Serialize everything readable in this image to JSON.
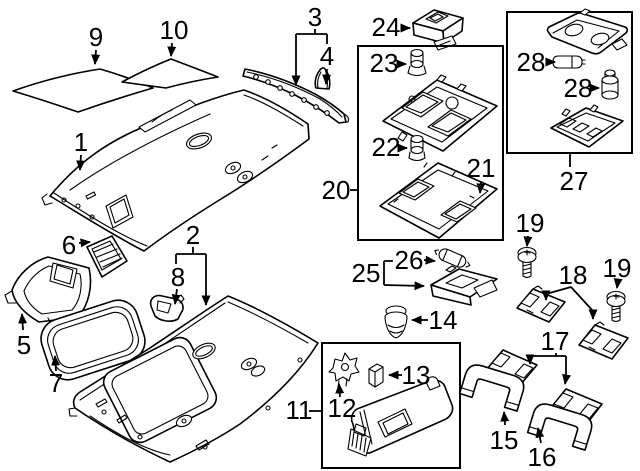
{
  "diagram": {
    "kind": "automotive-parts-exploded-diagram",
    "subject": "headliner-and-interior-trim",
    "background_color": "#ffffff",
    "line_color": "#000000",
    "callouts": {
      "c1": {
        "label": "1"
      },
      "c2": {
        "label": "2"
      },
      "c3": {
        "label": "3"
      },
      "c4": {
        "label": "4"
      },
      "c5": {
        "label": "5"
      },
      "c6": {
        "label": "6"
      },
      "c7": {
        "label": "7"
      },
      "c8": {
        "label": "8"
      },
      "c9": {
        "label": "9"
      },
      "c10": {
        "label": "10"
      },
      "c11": {
        "label": "11"
      },
      "c12": {
        "label": "12"
      },
      "c13": {
        "label": "13"
      },
      "c14": {
        "label": "14"
      },
      "c15": {
        "label": "15"
      },
      "c16": {
        "label": "16"
      },
      "c17": {
        "label": "17"
      },
      "c18": {
        "label": "18"
      },
      "c19a": {
        "label": "19"
      },
      "c19b": {
        "label": "19"
      },
      "c20": {
        "label": "20"
      },
      "c21": {
        "label": "21"
      },
      "c22": {
        "label": "22"
      },
      "c23": {
        "label": "23"
      },
      "c24": {
        "label": "24"
      },
      "c25": {
        "label": "25"
      },
      "c26": {
        "label": "26"
      },
      "c27": {
        "label": "27"
      },
      "c28a": {
        "label": "28"
      },
      "c28b": {
        "label": "28"
      }
    },
    "parts": [
      {
        "number": "1",
        "name": "headliner-front"
      },
      {
        "number": "2",
        "name": "headliner-rear-with-sunroof"
      },
      {
        "number": "3",
        "name": "roof-rail-strip"
      },
      {
        "number": "4",
        "name": "retainer-clip"
      },
      {
        "number": "5",
        "name": "overhead-console-housing"
      },
      {
        "number": "6",
        "name": "vent-grille"
      },
      {
        "number": "7",
        "name": "sunroof-seal-ring"
      },
      {
        "number": "8",
        "name": "mounting-clip"
      },
      {
        "number": "9",
        "name": "insulator-pad-left"
      },
      {
        "number": "10",
        "name": "insulator-pad-right"
      },
      {
        "number": "11",
        "name": "sun-visor"
      },
      {
        "number": "12",
        "name": "visor-clip"
      },
      {
        "number": "13",
        "name": "visor-retainer"
      },
      {
        "number": "14",
        "name": "twist-lock-clip"
      },
      {
        "number": "15",
        "name": "grab-handle-front"
      },
      {
        "number": "16",
        "name": "grab-handle-rear"
      },
      {
        "number": "17",
        "name": "handle-mount-bracket"
      },
      {
        "number": "18",
        "name": "handle-support-bracket"
      },
      {
        "number": "19",
        "name": "mounting-screw"
      },
      {
        "number": "20",
        "name": "overhead-console-assembly-box"
      },
      {
        "number": "21",
        "name": "console-lens-plate"
      },
      {
        "number": "22",
        "name": "bulb"
      },
      {
        "number": "23",
        "name": "bulb"
      },
      {
        "number": "24",
        "name": "switch-module"
      },
      {
        "number": "25",
        "name": "map-lamp-housing"
      },
      {
        "number": "26",
        "name": "festoon-bulb"
      },
      {
        "number": "27",
        "name": "dome-lamp-assembly-box"
      },
      {
        "number": "28",
        "name": "dome-lamp-bulb"
      }
    ]
  }
}
